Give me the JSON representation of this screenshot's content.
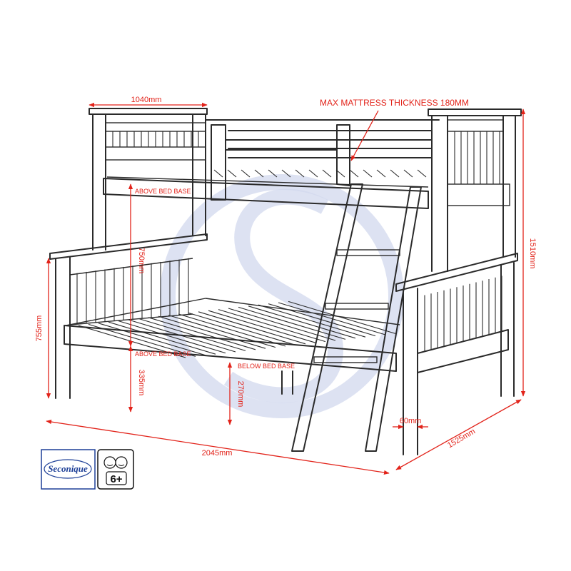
{
  "dimensions": {
    "top_headboard_width": "1040mm",
    "max_mattress": "MAX MATTRESS THICKNESS 180MM",
    "top_above_base_label": "ABOVE BED BASE",
    "top_above_base_value": "750mm",
    "lower_footboard_height": "755mm",
    "lower_above_base_label": "ABOVE BED BASE",
    "lower_above_base_value": "335mm",
    "below_base_label": "BELOW BED BASE",
    "below_base_value": "270mm",
    "overall_height": "1510mm",
    "overall_length": "2045mm",
    "overall_width": "1525mm",
    "leg_thickness": "60mm"
  },
  "branding": {
    "logo_text": "Seconique",
    "age_rating": "6+"
  },
  "colors": {
    "dimension": "#e2231a",
    "outline": "#2a2a2a",
    "watermark": "#d2d8ee",
    "logo": "#1d3f97"
  },
  "icons": {
    "age_badge": "children-faces-icon",
    "watermark": "seconique-s-watermark-icon"
  }
}
